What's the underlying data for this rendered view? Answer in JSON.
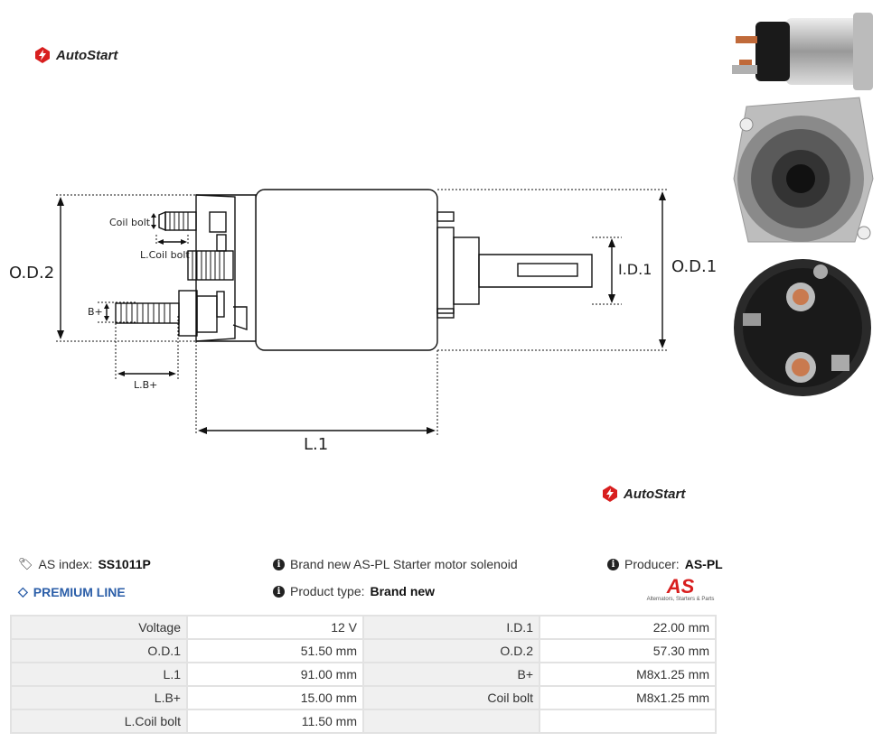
{
  "brand": {
    "name": "AutoStart"
  },
  "diagram": {
    "labels": {
      "coil_bolt": "Coil bolt",
      "l_coil_bolt": "L.Coil bolt",
      "b_plus": "B+",
      "l_b_plus": "L.B+",
      "od2": "O.D.2",
      "od1": "O.D.1",
      "id1": "I.D.1",
      "l1": "L.1"
    }
  },
  "product": {
    "as_index_label": "AS index:",
    "as_index_value": "SS1011P",
    "description": "Brand new AS-PL Starter motor solenoid",
    "producer_label": "Producer:",
    "producer_value": "AS-PL",
    "premium_line": "PREMIUM LINE",
    "product_type_label": "Product type:",
    "product_type_value": "Brand new",
    "producer_logo_text": "AS",
    "producer_logo_tagline": "Alternators, Starters & Parts"
  },
  "specs": [
    {
      "k1": "Voltage",
      "v1": "12 V",
      "k2": "I.D.1",
      "v2": "22.00 mm"
    },
    {
      "k1": "O.D.1",
      "v1": "51.50 mm",
      "k2": "O.D.2",
      "v2": "57.30 mm"
    },
    {
      "k1": "L.1",
      "v1": "91.00 mm",
      "k2": "B+",
      "v2": "M8x1.25 mm"
    },
    {
      "k1": "L.B+",
      "v1": "15.00 mm",
      "k2": "Coil bolt",
      "v2": "M8x1.25 mm"
    },
    {
      "k1": "L.Coil bolt",
      "v1": "11.50 mm",
      "k2": "",
      "v2": ""
    }
  ],
  "colors": {
    "accent_blue": "#2b5ea8",
    "logo_red": "#d81e1e"
  }
}
